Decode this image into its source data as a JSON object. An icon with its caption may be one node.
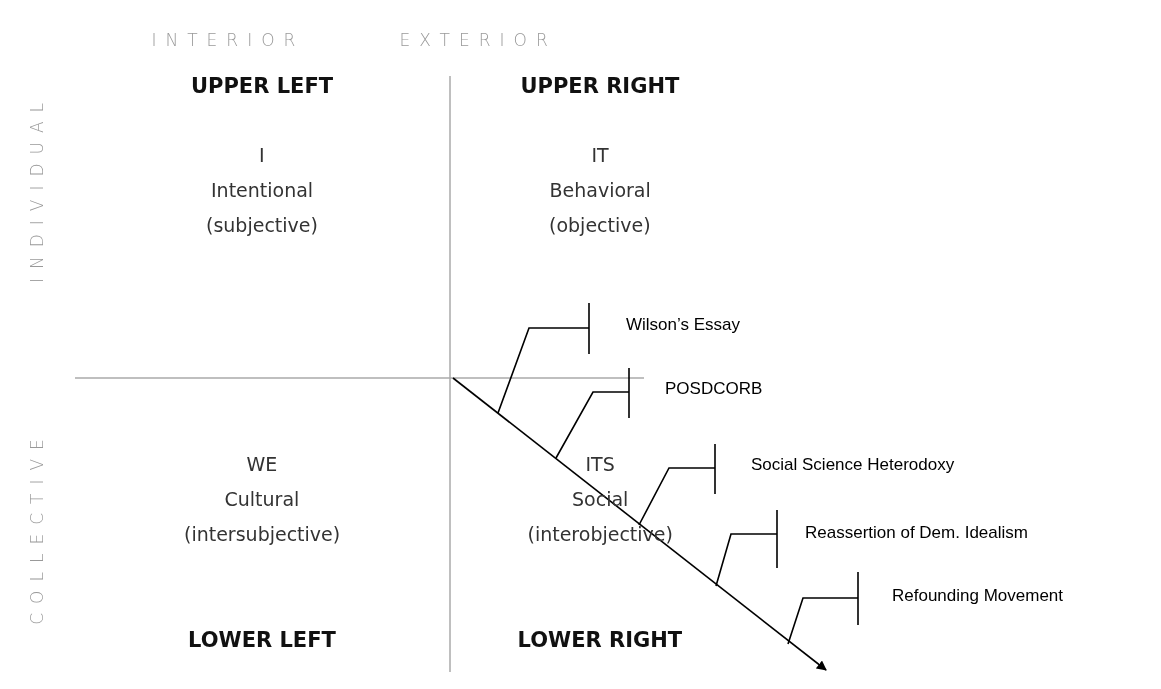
{
  "diagram": {
    "labels": [
      "INTERIOR",
      "EXTERIOR",
      "INDIVIDUAL",
      "COLLECTIVE",
      "UPPER LEFT",
      "UPPER RIGHT",
      "I",
      "Intentional",
      "(subjective)",
      "IT",
      "Behavioral",
      "(objective)",
      "Wilson’s Essay",
      "POSDCORB",
      "WE",
      "Cultural",
      "(intersubjective)",
      "ITS",
      "Social",
      "(interobjective)",
      "Social Science Heterodoxy",
      "Reassertion of Dem. Idealism",
      "Refounding Movement",
      "LOWER LEFT",
      "LOWER RIGHT"
    ]
  }
}
